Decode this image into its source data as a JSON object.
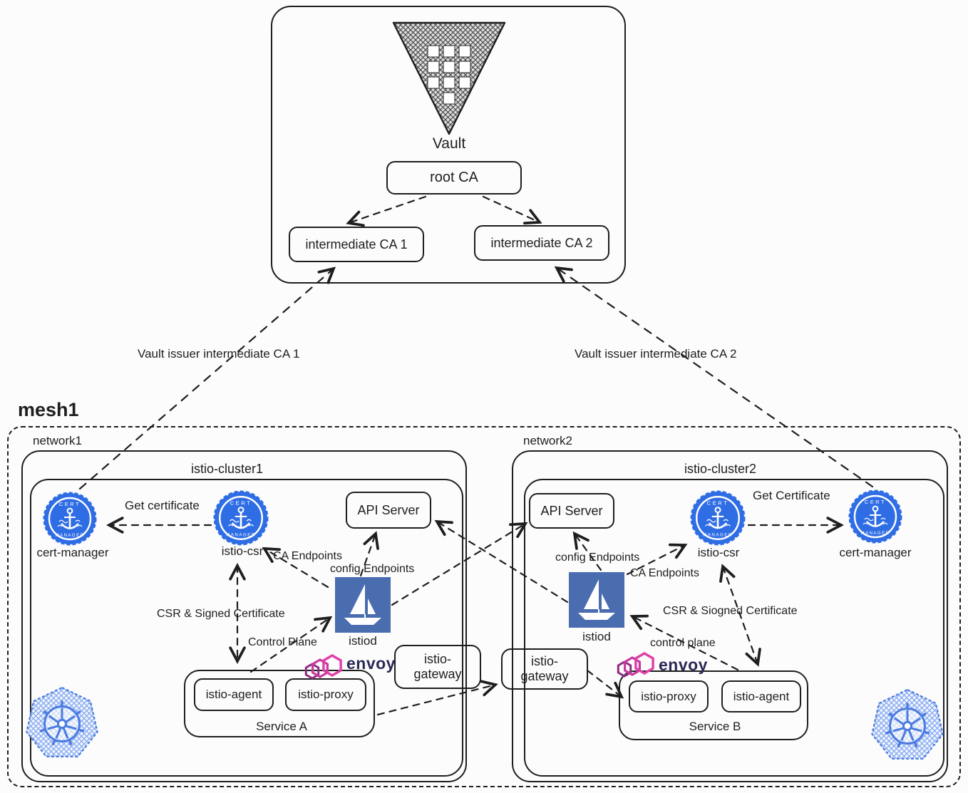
{
  "mesh": {
    "label": "mesh1"
  },
  "vault": {
    "name": "Vault",
    "root_ca_label": "root CA",
    "intermediate_ca1_label": "intermediate CA 1",
    "intermediate_ca2_label": "intermediate CA 2"
  },
  "issuers": {
    "ca1_label": "Vault issuer intermediate CA 1",
    "ca2_label": "Vault issuer intermediate CA 2"
  },
  "badge": {
    "top": "CERT",
    "bottom": "MANAGER"
  },
  "envoy": {
    "label": "envoy"
  },
  "network1": {
    "label": "network1",
    "cluster_label": "istio-cluster1",
    "nodes": {
      "cert_manager": "cert-manager",
      "istio_csr": "istio-csr",
      "api_server": "API Server",
      "istiod": "istiod",
      "gateway": "istio-gateway",
      "service_label": "Service A",
      "agent": "istio-agent",
      "proxy": "istio-proxy"
    },
    "edges": {
      "get_certificate": "Get certificate",
      "ca_endpoints": "CA Endpoints",
      "config_endpoints": "config Endpoints",
      "csr_signed_certificate": "CSR & Signed Certificate",
      "control_plane": "Control Plane"
    }
  },
  "network2": {
    "label": "network2",
    "cluster_label": "istio-cluster2",
    "nodes": {
      "api_server": "API Server",
      "istio_csr": "istio-csr",
      "cert_manager": "cert-manager",
      "istiod": "istiod",
      "gateway": "istio-gateway",
      "service_label": "Service B",
      "proxy": "istio-proxy",
      "agent": "istio-agent"
    },
    "edges": {
      "get_certificate": "Get Certificate",
      "config_endpoints": "config Endpoints",
      "ca_endpoints": "CA Endpoints",
      "csr_signed_certificate": "CSR & Siogned Certificate",
      "control_plane": "control plane"
    }
  },
  "colors": {
    "ink": "#1e1e1e",
    "cert_manager_blue": "#2f6de5",
    "istio_blue": "#4a6db0",
    "kubernetes_blue": "#4c7ce0",
    "envoy_magenta": "#d63fa6",
    "envoy_text": "#2b2956",
    "background": "#fcfcfc"
  }
}
